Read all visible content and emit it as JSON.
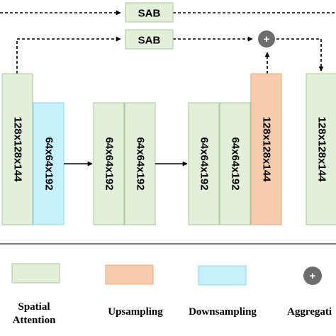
{
  "diagram": {
    "sab_top": "SAB",
    "sab_mid": "SAB",
    "plus_symbol": "+",
    "blocks": [
      "128x128x144",
      "64x64x192",
      "64x64x192",
      "64x64x192",
      "64x64x192",
      "64x64x192",
      "128x128x144",
      "128x128x144"
    ]
  },
  "legend": {
    "spatial_line1": "Spatial",
    "spatial_line2": "Attention",
    "upsampling": "Upsampling",
    "downsampling": "Downsampling",
    "aggregation": "Aggregati",
    "plus_symbol": "+"
  },
  "colors": {
    "green_fill": "#E2EFD9",
    "green_stroke": "#A9C79A",
    "peach_fill": "#F8CBAD",
    "peach_stroke": "#E0A882",
    "cyan_fill": "#C5F1FB",
    "cyan_stroke": "#8FD6E8",
    "plus_fill": "#6D6D6D"
  }
}
